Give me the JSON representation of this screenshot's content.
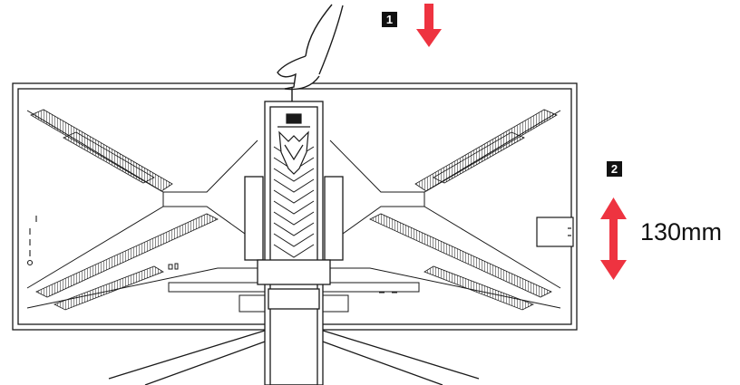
{
  "steps": {
    "step_1": "1",
    "step_2": "2"
  },
  "measurement": {
    "height_label": "130mm"
  },
  "colors": {
    "arrow": "#ee3340",
    "line": "#1a1a1a",
    "badge": "#111111",
    "background": "#ffffff"
  },
  "icons": {
    "hand": "hand-pressing-icon",
    "down_arrow": "down-arrow-icon",
    "double_arrow": "vertical-double-arrow-icon",
    "logo": "predator-logo-icon"
  }
}
